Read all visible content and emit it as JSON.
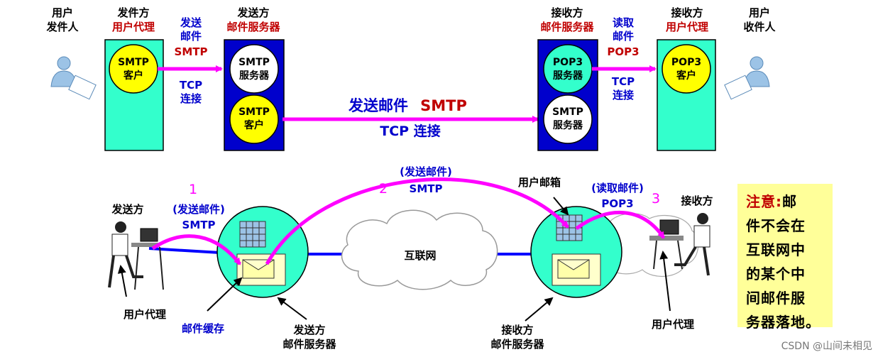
{
  "top": {
    "sender_user": [
      "用户",
      "发件人"
    ],
    "sender_agent": {
      "title": "发件方",
      "sub": "用户代理"
    },
    "smtp_client_a": [
      "SMTP",
      "客户"
    ],
    "send_mail_label": [
      "发送",
      "邮件"
    ],
    "send_mail_protocol": "SMTP",
    "tcp_conn_a": [
      "TCP",
      "连接"
    ],
    "sender_server": {
      "title": "发送方",
      "sub": "邮件服务器"
    },
    "smtp_server_a": [
      "SMTP",
      "服务器"
    ],
    "smtp_client_b": [
      "SMTP",
      "客户"
    ],
    "main_send_label": "发送邮件",
    "main_send_protocol": "SMTP",
    "main_tcp_label": "TCP 连接",
    "receiver_server": {
      "title": "接收方",
      "sub": "邮件服务器"
    },
    "pop3_server": [
      "POP3",
      "服务器"
    ],
    "smtp_server_b": [
      "SMTP",
      "服务器"
    ],
    "read_mail_label": [
      "读取",
      "邮件"
    ],
    "read_mail_protocol": "POP3",
    "tcp_conn_b": [
      "TCP",
      "连接"
    ],
    "receiver_agent": {
      "title": "接收方",
      "sub": "用户代理"
    },
    "pop3_client": [
      "POP3",
      "客户"
    ],
    "receiver_user": [
      "用户",
      "收件人"
    ]
  },
  "bottom": {
    "sender_label": "发送方",
    "step1": "1",
    "step1_label": "(发送邮件)",
    "step1_protocol": "SMTP",
    "user_agent_left": "用户代理",
    "mail_cache": "邮件缓存",
    "sender_server": [
      "发送方",
      "邮件服务器"
    ],
    "step2": "2",
    "step2_label": "(发送邮件)",
    "step2_protocol": "SMTP",
    "internet": "互联网",
    "mailbox": "用户邮箱",
    "step3": "3",
    "step3_label": "(读取邮件)",
    "step3_protocol": "POP3",
    "receiver_label": "接收方",
    "receiver_server": [
      "接收方",
      "邮件服务器"
    ],
    "user_agent_right": "用户代理"
  },
  "note": {
    "highlight": "注意:",
    "lines": [
      "邮",
      "件不会在",
      "互联网中",
      "的某个中",
      "间邮件服",
      "务器落地。"
    ]
  },
  "watermark": "CSDN @山间未相见",
  "colors": {
    "teal": "#33ffcc",
    "blue": "#0000cc",
    "magenta": "#ff00ff",
    "yellow": "#ffff00",
    "red": "#c00000",
    "label_blue": "#0000cc",
    "note_bg": "#ffff99"
  }
}
